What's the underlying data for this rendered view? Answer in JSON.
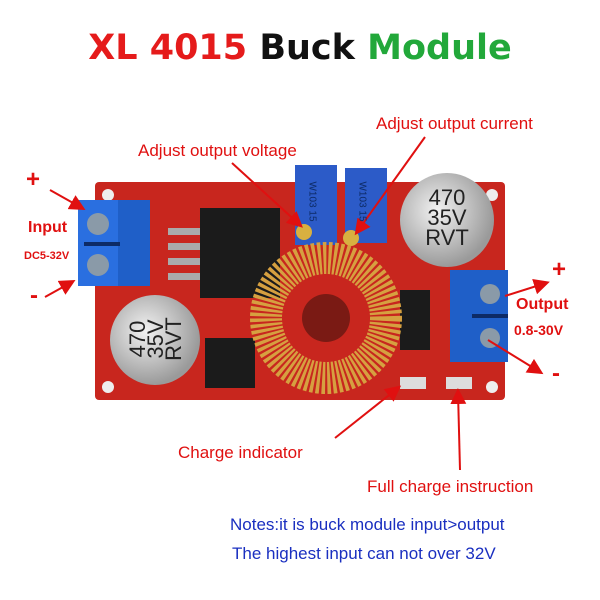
{
  "title": {
    "part1": "XL 4015",
    "part2": "Buck",
    "part3": "Module"
  },
  "labels": {
    "adjust_voltage": "Adjust output voltage",
    "adjust_current": "Adjust output current",
    "input_plus": "+",
    "input": "Input",
    "input_range": "DC5-32V",
    "input_minus": "-",
    "output_plus": "+",
    "output": "Output",
    "output_range": "0.8-30V",
    "output_minus": "-",
    "charge_indicator": "Charge indicator",
    "full_charge": "Full charge instruction"
  },
  "components": {
    "capacitor_large": [
      "470",
      "35V",
      "RVT"
    ],
    "capacitor_small": [
      "470",
      "35V",
      "RVT"
    ],
    "pot_1": "W103 15",
    "pot_2": "W103 15"
  },
  "notes": [
    "Notes:it is buck module input>output",
    "The highest input can not over 32V"
  ],
  "colors": {
    "title_red": "#e51b1b",
    "title_green": "#22a83a",
    "label_red": "#e01010",
    "notes_blue": "#1a2fc0",
    "pcb": "#c8261e",
    "terminal": "#1f5fc8"
  }
}
